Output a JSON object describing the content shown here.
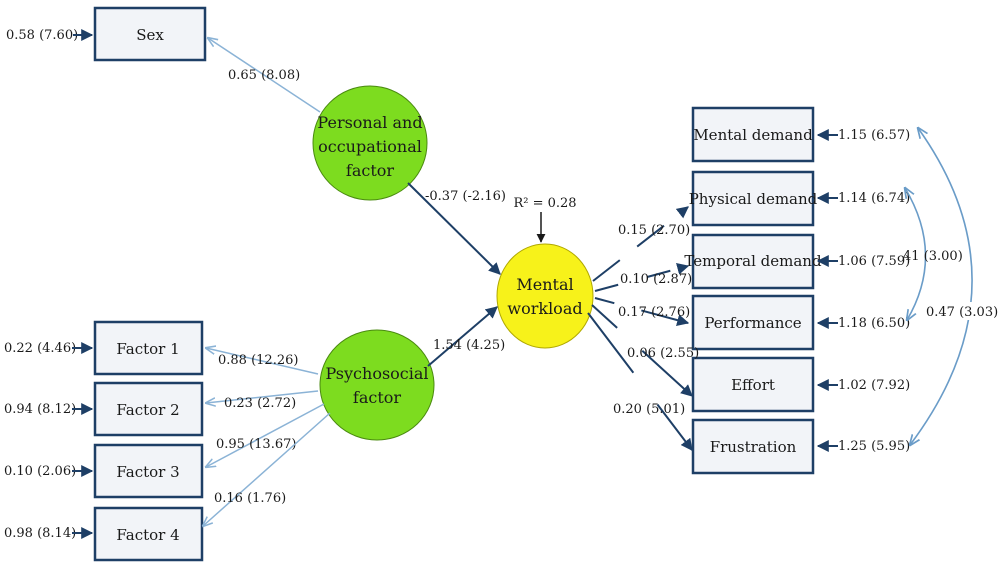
{
  "latent": {
    "personal": [
      "Personal and",
      "occupational",
      "factor"
    ],
    "psychosocial": [
      "Psychosocial",
      "factor"
    ],
    "mental": [
      "Mental",
      "workload"
    ]
  },
  "r_squared": "R² = 0.28",
  "sex": {
    "label": "Sex",
    "error": "0.58 (7.60)",
    "loading": "0.65 (8.08)"
  },
  "psychosocial_indicators": [
    {
      "label": "Factor 1",
      "error": "0.22 (4.46)",
      "loading": "0.88 (12.26)"
    },
    {
      "label": "Factor 2",
      "error": "0.94 (8.12)",
      "loading": "0.23 (2.72)"
    },
    {
      "label": "Factor 3",
      "error": "0.10 (2.06)",
      "loading": "0.95 (13.67)"
    },
    {
      "label": "Factor 4",
      "error": "0.98 (8.14)",
      "loading": "0.16 (1.76)"
    }
  ],
  "paths": {
    "personal_to_mental": "-0.37 (-2.16)",
    "psychosocial_to_mental": "1.54 (4.25)"
  },
  "workload_indicators": [
    {
      "label": "Mental demand",
      "error": "1.15 (6.57)",
      "loading": ""
    },
    {
      "label": "Physical demand",
      "error": "1.14 (6.74)",
      "loading": "0.15 (2.70)"
    },
    {
      "label": "Temporal demand",
      "error": "1.06 (7.59)",
      "loading": "0.10 (2.87)"
    },
    {
      "label": "Performance",
      "error": "1.18 (6.50)",
      "loading": "0.17 (2.76)"
    },
    {
      "label": "Effort",
      "error": "1.02 (7.92)",
      "loading": "0.06 (2.55)"
    },
    {
      "label": "Frustration",
      "error": "1.25 (5.95)",
      "loading": "0.20 (5.01)"
    }
  ],
  "covariances": {
    "physical_performance": "41 (3.00)",
    "mental_frustration": "0.47 (3.03)"
  },
  "colors": {
    "ellipse_green": "#7ddc1f",
    "ellipse_yellow": "#f7f21a",
    "box_border": "#1e3f66",
    "light_arrow": "#8bb3d6"
  }
}
